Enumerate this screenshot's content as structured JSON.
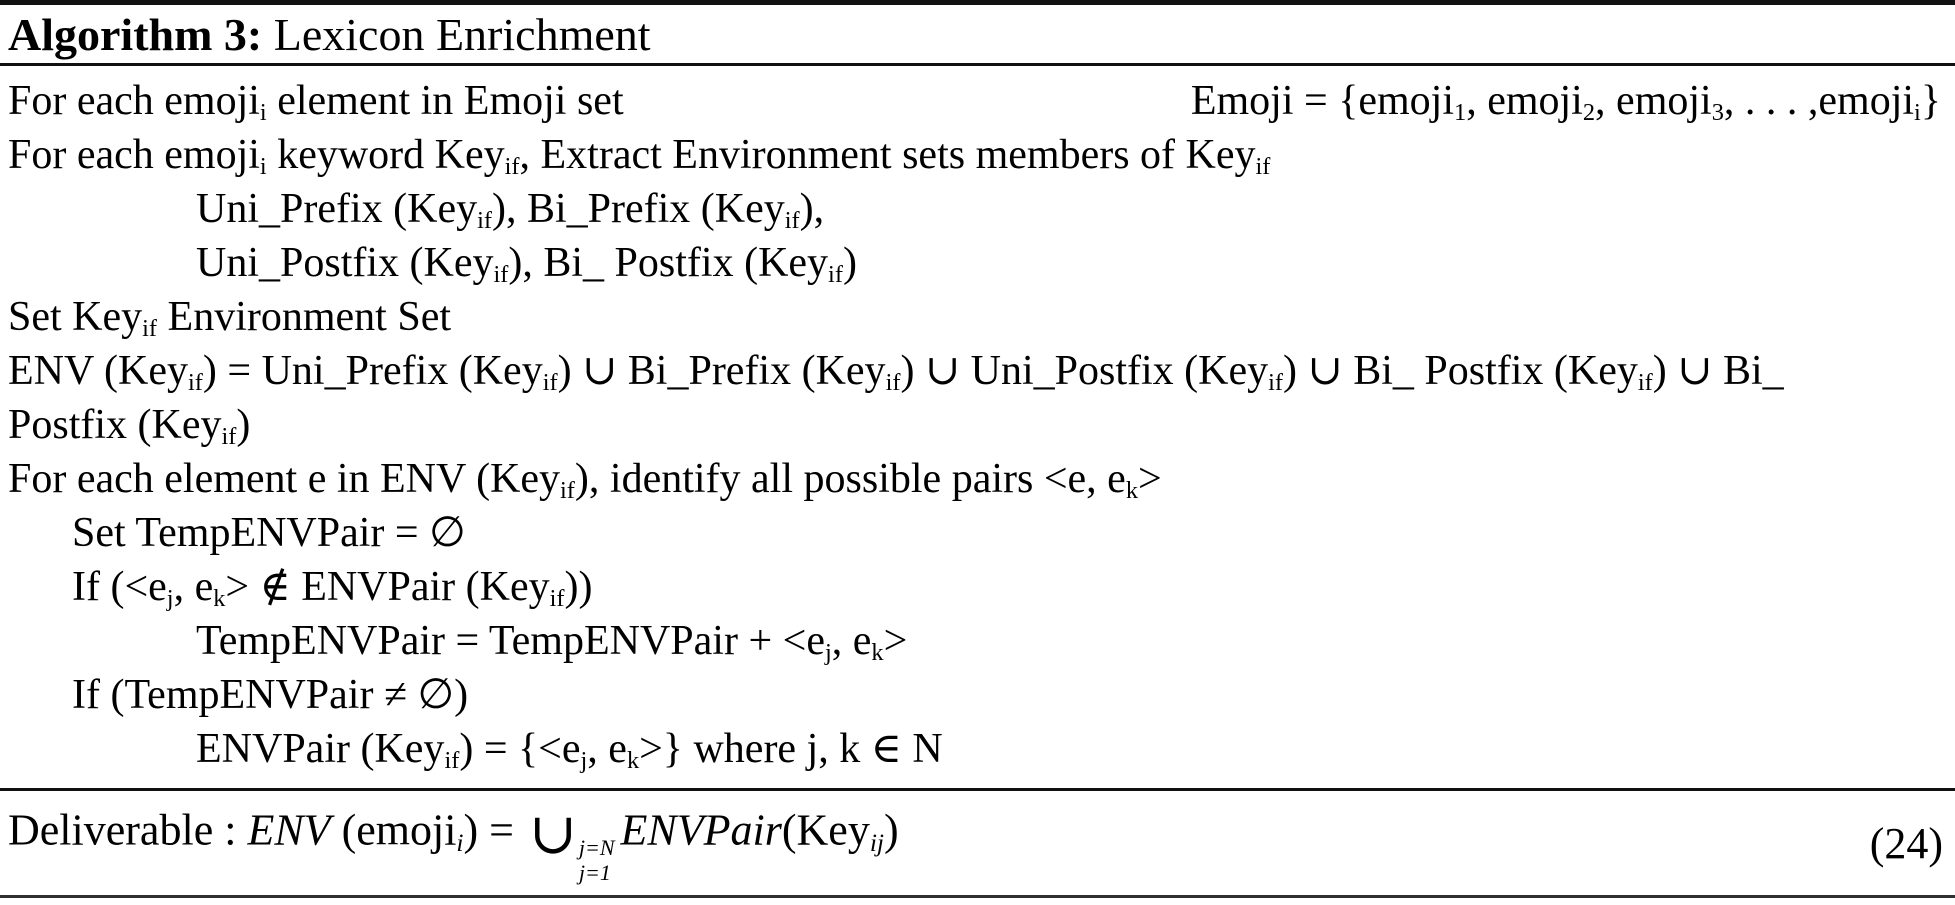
{
  "title": {
    "bold": "Algorithm 3:",
    "rest": " Lexicon Enrichment"
  },
  "body": {
    "lines": [
      {
        "indent": 0,
        "segments": [
          {
            "t": "For each emoji"
          },
          {
            "sub": "i"
          },
          {
            "t": " element in Emoji set"
          }
        ],
        "right": [
          {
            "t": "Emoji = {emoji"
          },
          {
            "sub": "1"
          },
          {
            "t": ", emoji"
          },
          {
            "sub": "2"
          },
          {
            "t": ", emoji"
          },
          {
            "sub": "3"
          },
          {
            "t": ", . . . ,emoji"
          },
          {
            "sub": "i"
          },
          {
            "t": "}"
          }
        ]
      },
      {
        "indent": 0,
        "segments": [
          {
            "t": "For each emoji"
          },
          {
            "sub": "i"
          },
          {
            "t": " keyword Key"
          },
          {
            "sub": "if"
          },
          {
            "t": ", Extract Environment sets members of Key"
          },
          {
            "sub": "if"
          }
        ]
      },
      {
        "indent": 2,
        "segments": [
          {
            "t": "Uni_Prefix (Key"
          },
          {
            "sub": "if"
          },
          {
            "t": "), Bi_Prefix (Key"
          },
          {
            "sub": "if"
          },
          {
            "t": "),"
          }
        ]
      },
      {
        "indent": 2,
        "segments": [
          {
            "t": "Uni_Postfix (Key"
          },
          {
            "sub": "if"
          },
          {
            "t": "), Bi_ Postfix (Key"
          },
          {
            "sub": "if"
          },
          {
            "t": ")"
          }
        ]
      },
      {
        "indent": 0,
        "segments": [
          {
            "t": "Set Key"
          },
          {
            "sub": "if"
          },
          {
            "t": " Environment Set"
          }
        ]
      },
      {
        "indent": 0,
        "segments": [
          {
            "t": "ENV (Key"
          },
          {
            "sub": "if"
          },
          {
            "t": ") = Uni_Prefix (Key"
          },
          {
            "sub": "if"
          },
          {
            "t": ") ∪ Bi_Prefix (Key"
          },
          {
            "sub": "if"
          },
          {
            "t": ") ∪ Uni_Postfix (Key"
          },
          {
            "sub": "if"
          },
          {
            "t": ") ∪ Bi_ Postfix (Key"
          },
          {
            "sub": "if"
          },
          {
            "t": ") ∪ Bi_"
          }
        ]
      },
      {
        "indent": 0,
        "segments": [
          {
            "t": "Postfix (Key"
          },
          {
            "sub": "if"
          },
          {
            "t": ")"
          }
        ]
      },
      {
        "indent": 0,
        "segments": [
          {
            "t": "For each element e in ENV (Key"
          },
          {
            "sub": "if"
          },
          {
            "t": "), identify all possible pairs <e, e"
          },
          {
            "sub": "k"
          },
          {
            "t": ">"
          }
        ]
      },
      {
        "indent": 1,
        "segments": [
          {
            "t": "Set TempENVPair = ∅"
          }
        ]
      },
      {
        "indent": 1,
        "segments": [
          {
            "t": "If (<e"
          },
          {
            "sub": "j"
          },
          {
            "t": ", e"
          },
          {
            "sub": "k"
          },
          {
            "t": "> ∉ ENVPair (Key"
          },
          {
            "sub": "if"
          },
          {
            "t": "))"
          }
        ]
      },
      {
        "indent": 2,
        "segments": [
          {
            "t": "TempENVPair = TempENVPair + <e"
          },
          {
            "sub": "j"
          },
          {
            "t": ", e"
          },
          {
            "sub": "k"
          },
          {
            "t": ">"
          }
        ]
      },
      {
        "indent": 1,
        "segments": [
          {
            "t": "If (TempENVPair ≠ ∅)"
          }
        ]
      },
      {
        "indent": 2,
        "segments": [
          {
            "t": "ENVPair (Key"
          },
          {
            "sub": "if"
          },
          {
            "t": ") = {<e"
          },
          {
            "sub": "j"
          },
          {
            "t": ", e"
          },
          {
            "sub": "k"
          },
          {
            "t": ">} where j, k ∈ N"
          }
        ]
      }
    ]
  },
  "deliverable": {
    "segments": [
      {
        "t": "Deliverable : "
      },
      {
        "i": "ENV"
      },
      {
        "t": " (emoji"
      },
      {
        "isub": "i"
      },
      {
        "t": ") = "
      },
      {
        "big": "∪"
      },
      {
        "stack": [
          "j=N",
          "j=1"
        ]
      },
      {
        "i": "ENVPair"
      },
      {
        "t": "(Key"
      },
      {
        "isub": "ij"
      },
      {
        "t": ")"
      }
    ],
    "eq_number": "(24)"
  },
  "colors": {
    "text": "#000000",
    "rule": "#111111",
    "background": "#ffffff"
  }
}
